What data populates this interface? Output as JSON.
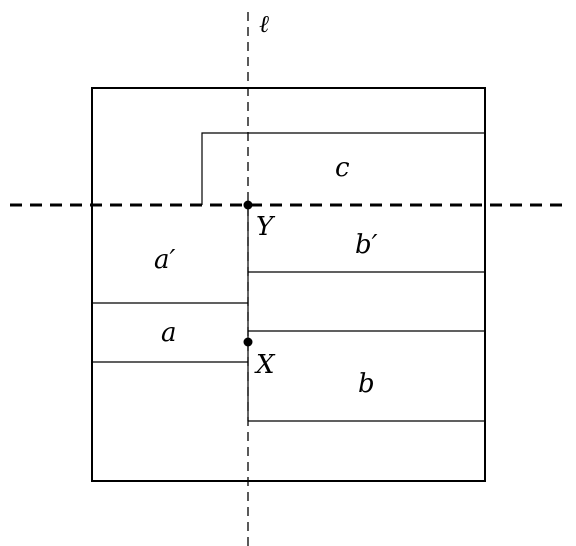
{
  "labels": {
    "ell": "ℓ",
    "c": "c",
    "a_prime": "a′",
    "b_prime": "b′",
    "a": "a",
    "b": "b",
    "Y": "Y",
    "X": "X"
  },
  "colors": {
    "stroke": "#000000",
    "background": "#ffffff"
  }
}
